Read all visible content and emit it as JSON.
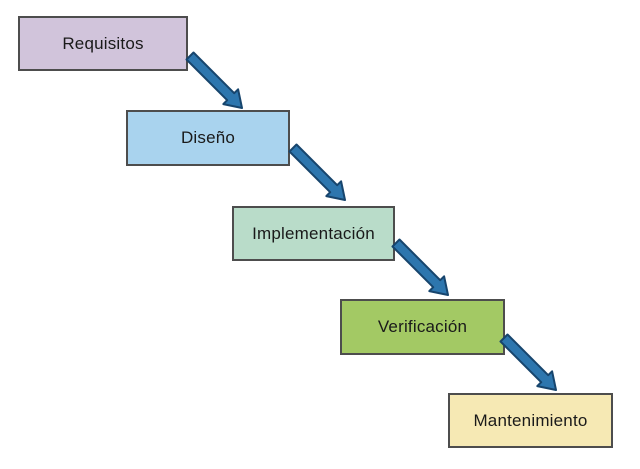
{
  "diagram": {
    "name": "waterfall-model",
    "background_color": "#ffffff",
    "box_border_color": "#4d4d4d",
    "box_text_color": "#1a1a1a",
    "arrow": {
      "fill": "#2d76ae",
      "stroke": "#17456d",
      "direction": "down-right"
    },
    "boxes": [
      {
        "label": "Requisitos",
        "fill": "#d1c4db"
      },
      {
        "label": "Diseño",
        "fill": "#a9d3ee"
      },
      {
        "label": "Implementación",
        "fill": "#b9dcc9"
      },
      {
        "label": "Verificación",
        "fill": "#a3c964"
      },
      {
        "label": "Mantenimiento",
        "fill": "#f6e9b4"
      }
    ]
  }
}
